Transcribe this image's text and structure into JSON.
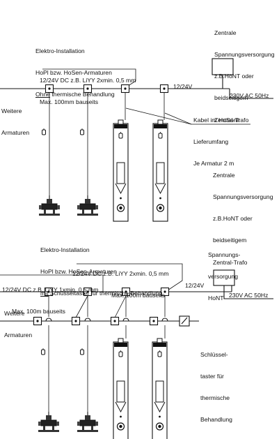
{
  "top": {
    "title_lines": [
      "Elektro-Installation",
      "HoPl bzw. HoSen-Armaturen"
    ],
    "title_u": "Ohne",
    "title_rest": " thermische Behandlung",
    "cable_spec": [
      "12/24V DC z.B. LiYY 2xmin. 0,5 mm",
      "Max. 100mm bauseits"
    ],
    "voltage": "12/24V",
    "mains": "230V AC 50Hz",
    "supply": [
      "Zentrale",
      "Spannungsversorgung",
      "z.B.HoNT oder",
      "beidseitigem",
      "Zentral-Trafo"
    ],
    "weitere": [
      "Weitere",
      "Armaturen"
    ],
    "kabel": [
      "Kabel im HoSanit",
      "Lieferumfang",
      "Je Armatur 2 m"
    ]
  },
  "middle": {
    "supply": [
      "Zentrale",
      "Spannungsversorgung",
      "z.B.HoNT oder",
      "beidseitigem",
      "Zentral-Trafo"
    ]
  },
  "bottom": {
    "title_lines": [
      "Elektro-Installation",
      "HoPl bzw. HoSen-Armaturen"
    ],
    "title_u": "mit",
    "title_rest": " Schüsseltaster für thermische Behandlung",
    "cable_spec_2x": [
      "12/24V DC z.B. LiYY 2xmin. 0,5 mm",
      "Max. 100m bauseits"
    ],
    "cable_spec_1x": [
      "12/24V DC z.B. LiYY 1xmin. 0,5 mm",
      "Max. 100m bauseits"
    ],
    "voltage": "12/24V",
    "mains": "230V AC 50Hz",
    "supply": [
      "Spannungs-",
      "versorgung",
      "HoNT"
    ],
    "weitere": [
      "Weitere",
      "Armaturen"
    ],
    "switch_label": [
      "Schlüssel-",
      "taster für",
      "thermische",
      "Behandlung"
    ]
  }
}
